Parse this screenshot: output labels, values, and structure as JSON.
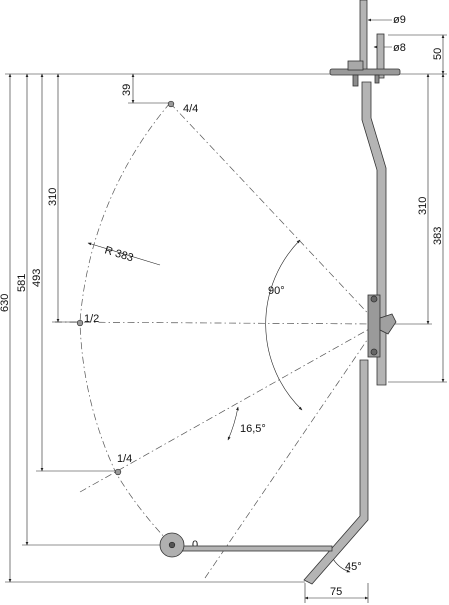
{
  "labels": {
    "dia_rod": "ø9",
    "dia_arm": "ø8",
    "top_height": "50",
    "marker_gap": "39",
    "pos_full": "4/4",
    "pos_half": "1/2",
    "pos_quarter": "1/4",
    "pos_zero": "0",
    "radius": "R 383",
    "angle_right": "90°",
    "angle_small": "16,5°",
    "angle_foot": "45°",
    "left_310": "310",
    "left_493": "493",
    "left_581": "581",
    "left_630": "630",
    "right_310": "310",
    "right_383": "383",
    "bottom_75": "75"
  },
  "colors": {
    "metal": "#b4b4b4",
    "metal_dark": "#8c8c8c",
    "line": "#222222"
  }
}
